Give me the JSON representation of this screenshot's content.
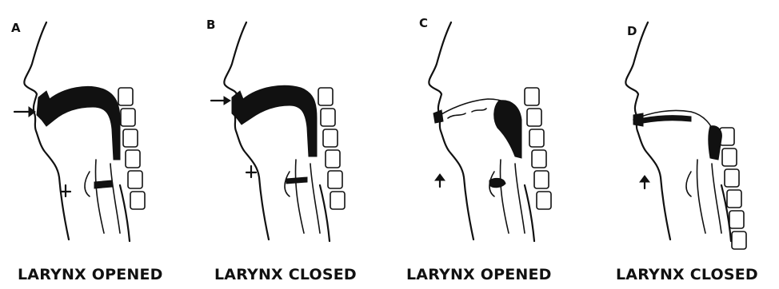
{
  "panels": [
    {
      "letter": "A",
      "caption": "LARYNX OPENED"
    },
    {
      "letter": "B",
      "caption": "LARYNX CLOSED"
    },
    {
      "letter": "C",
      "caption": "LARYNX OPENED"
    },
    {
      "letter": "D",
      "caption": "LARYNX CLOSED"
    }
  ]
}
